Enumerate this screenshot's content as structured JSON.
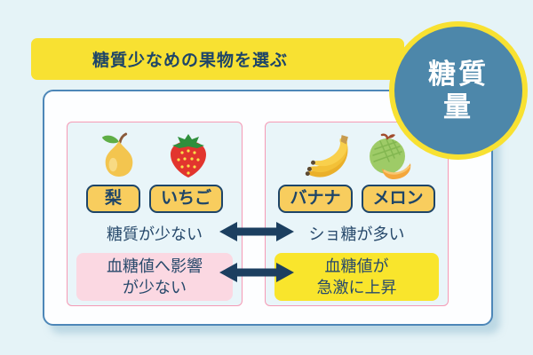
{
  "banner": {
    "title": "糖質少なめの果物を選ぶ"
  },
  "badge": {
    "line1": "糖質",
    "line2": "量"
  },
  "card": {
    "left_panel": {
      "fruits": [
        {
          "icon": "pear-icon",
          "label": "梨"
        },
        {
          "icon": "strawberry-icon",
          "label": "いちご"
        }
      ],
      "statement": "糖質が少ない",
      "note_line1": "血糖値へ影響",
      "note_line2": "が少ない"
    },
    "right_panel": {
      "fruits": [
        {
          "icon": "banana-icon",
          "label": "バナナ"
        },
        {
          "icon": "melon-icon",
          "label": "メロン"
        }
      ],
      "statement": "ショ糖が多い",
      "note_line1": "血糖値が",
      "note_line2": "急激に上昇"
    }
  },
  "colors": {
    "page_background": "#e5f3f7",
    "accent_yellow": "#f8e132",
    "badge_blue": "#4d87aa",
    "navy_text": "#1e4568",
    "card_border_blue": "#4d87b8",
    "panel_border_pink": "#f59ab5",
    "panel_background": "#e9f5f9",
    "fruit_label_gold": "#f8cd5e",
    "note_pink": "#fbd8e2",
    "note_yellow": "#f9e52c",
    "arrow_navy": "#1c3f60"
  }
}
